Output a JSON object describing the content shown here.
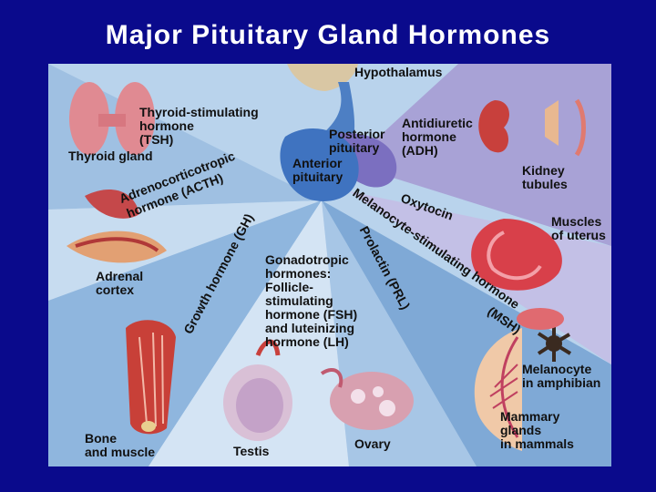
{
  "slide": {
    "title": "Major Pituitary Gland Hormones"
  },
  "diagram": {
    "hypothalamus": "Hypothalamus",
    "posterior_pituitary": "Posterior\npituitary",
    "anterior_pituitary": "Anterior\npituitary",
    "tsh": "Thyroid-stimulating\nhormone\n(TSH)",
    "thyroid_gland": "Thyroid gland",
    "acth_line1": "Adrenocorticotropic",
    "acth_line2": "hormone (ACTH)",
    "adrenal_cortex": "Adrenal\ncortex",
    "growth_hormone": "Growth hormone (GH)",
    "bone_muscle": "Bone\nand muscle",
    "gonadotropic": "Gonadotropic\nhormones:\nFollicle-\nstimulating\nhormone (FSH)\nand luteinizing\nhormone (LH)",
    "testis": "Testis",
    "ovary": "Ovary",
    "prolactin": "Prolactin (PRL)",
    "mammary": "Mammary\nglands\nin mammals",
    "msh_line1": "Melanocyte-stimulating hormone",
    "msh_line2": "(MSH)",
    "melanocyte": "Melanocyte\nin amphibian",
    "oxytocin": "Oxytocin",
    "muscles_uterus": "Muscles\nof uterus",
    "adh": "Antidiuretic\nhormone\n(ADH)",
    "kidney_tubules": "Kidney\ntubules"
  },
  "colors": {
    "background": "#0a0a8c",
    "figure_base": "#b9d3ec",
    "ray_light": "#d7e6f5",
    "ray_mid": "#9fc0e2",
    "ray_dark": "#6f9fd0",
    "posterior_ray": "#b8b0dc",
    "organ_red": "#c8403c",
    "organ_pink": "#e89aa4"
  }
}
